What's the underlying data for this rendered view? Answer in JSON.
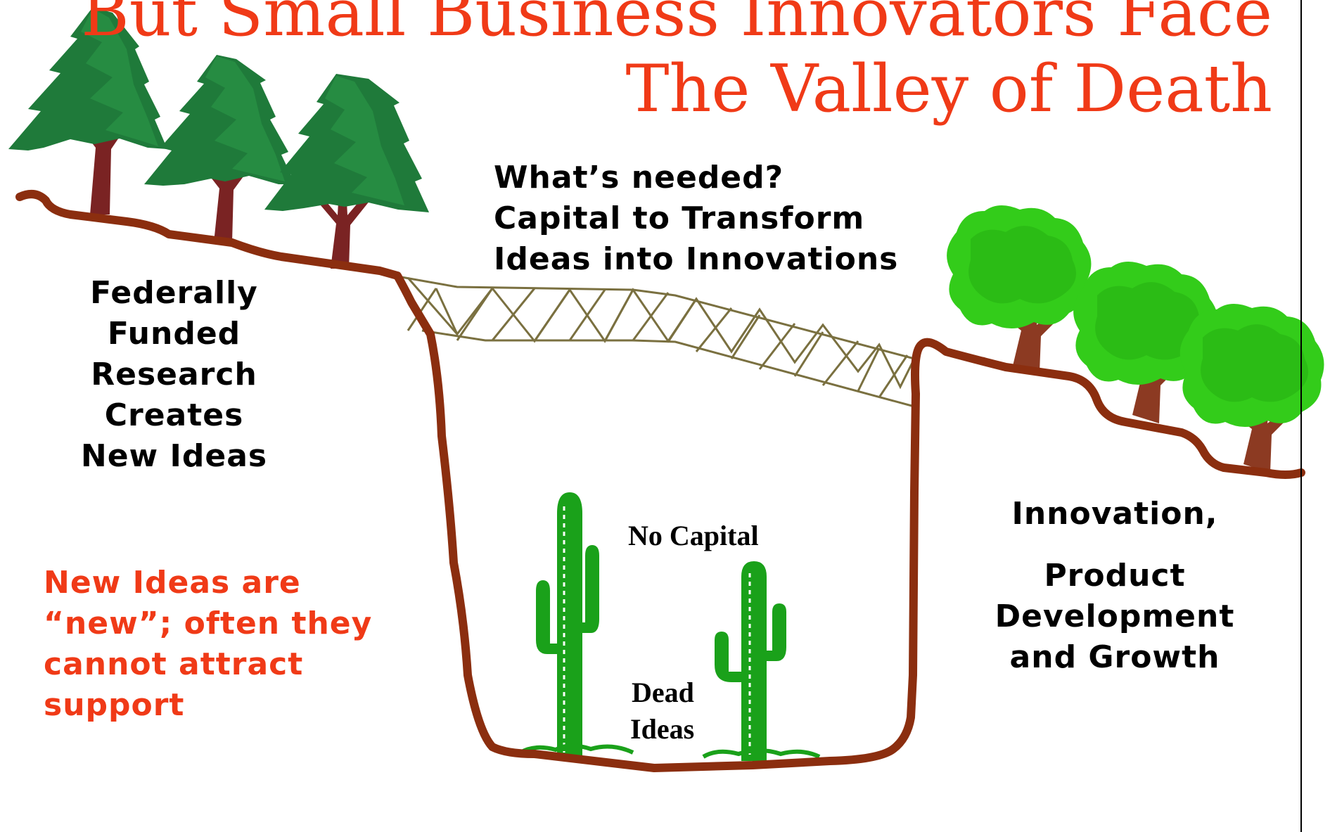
{
  "title": {
    "line1": "But Small Business Innovators Face",
    "line2": "The Valley of Death"
  },
  "labels": {
    "needed_q": "What’s needed?",
    "needed_1": "Capital to Transform",
    "needed_2": "Ideas into Innovations",
    "left_1": "Federally",
    "left_2": "Funded",
    "left_3": "Research",
    "left_4": "Creates",
    "left_5": "New Ideas",
    "note_1": "New Ideas are",
    "note_2": "“new”; often they",
    "note_3": "cannot attract",
    "note_4": "support",
    "no_capital": "No Capital",
    "dead_1": "Dead",
    "dead_2": "Ideas",
    "right_1": "Innovation,",
    "right_2": "Product",
    "right_3": "Development",
    "right_4": "and Growth"
  },
  "colors": {
    "title": "#f03a17",
    "note": "#f03a17",
    "ground": "#8b2e0f",
    "pine": "#1f7a3a",
    "oak": "#33cc1a",
    "trunk": "#7a2323",
    "cactus": "#1aa11a",
    "bridge": "#7a7040"
  }
}
